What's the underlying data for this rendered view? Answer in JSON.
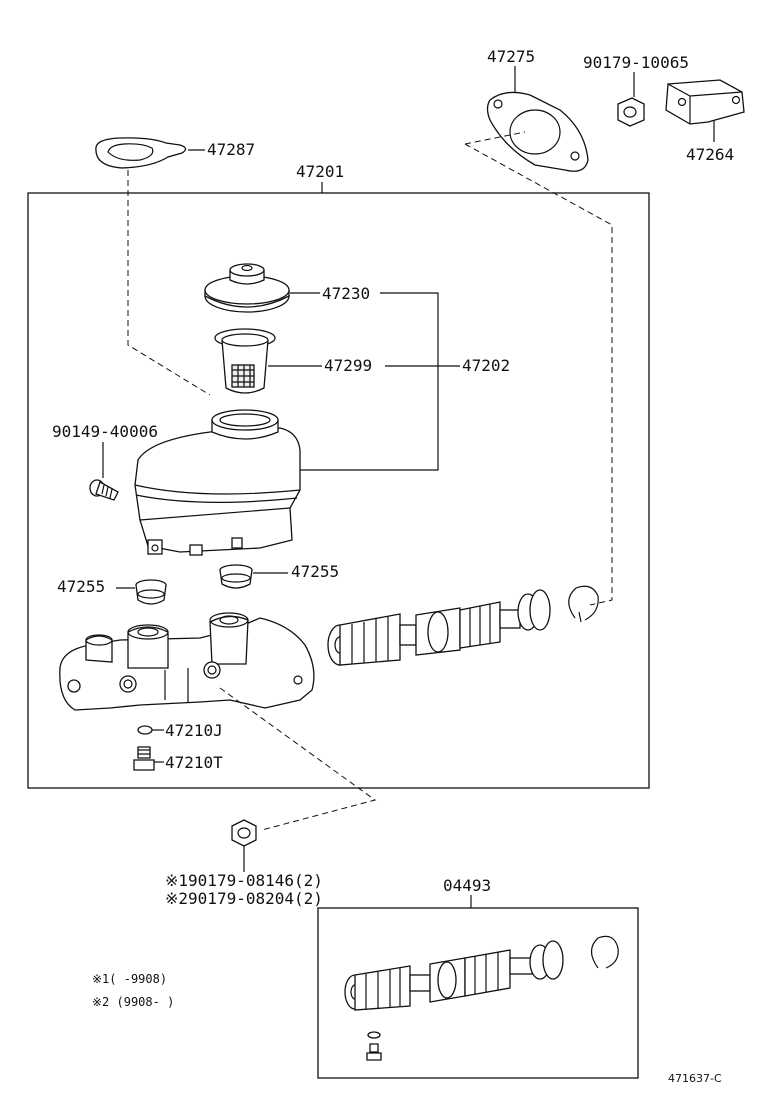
{
  "labels": {
    "p47275": "47275",
    "p90179_10065": "90179-10065",
    "p47264": "47264",
    "p47287": "47287",
    "p47201": "47201",
    "p47230": "47230",
    "p47299": "47299",
    "p47202": "47202",
    "p90149_40006": "90149-40006",
    "p47255_left": "47255",
    "p47255_right": "47255",
    "p47210J": "47210J",
    "p47210T": "47210T",
    "p90179_08146": "※190179-08146(2)",
    "p90179_08204": "※290179-08204(2)",
    "p04493": "04493",
    "note1": "※1(    -9908)",
    "note2": "※2 (9908-     )",
    "figure_id": "471637-C"
  }
}
